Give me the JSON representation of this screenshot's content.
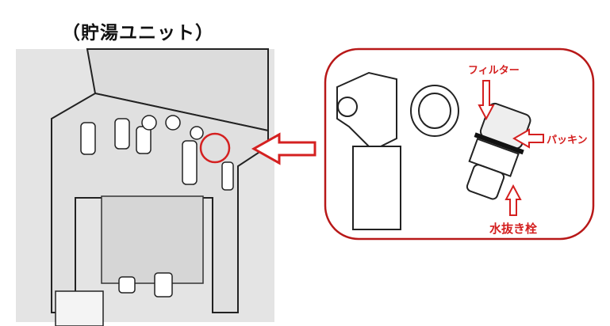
{
  "title": "（貯湯ユニット）",
  "labels": {
    "filter": "フィルター",
    "packing": "パッキン",
    "drain_plug": "水抜き栓"
  },
  "colors": {
    "accent": "#d42020",
    "panel": "#e4e4e4"
  }
}
